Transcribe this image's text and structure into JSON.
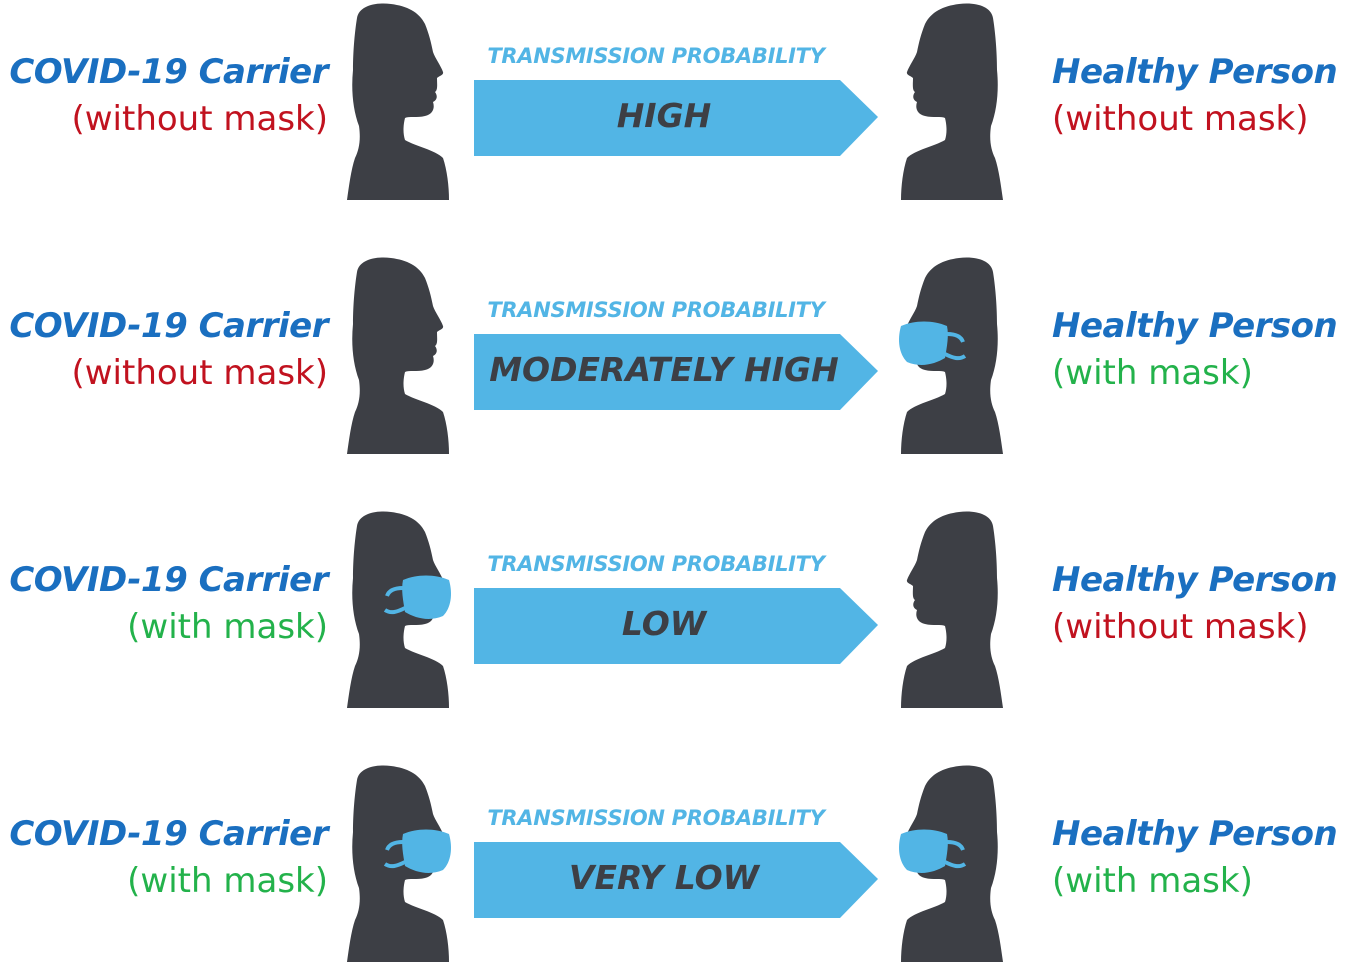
{
  "colors": {
    "role_blue": "#1a6fc0",
    "no_mask_red": "#c1121f",
    "mask_green": "#23b24b",
    "arrow_blue": "#52b5e5",
    "tp_blue": "#52b5e5",
    "silhouette": "#3d3f45",
    "mask_blue": "#52b5e5"
  },
  "rows": [
    {
      "carrier": {
        "role": "COVID-19 Carrier",
        "mask_text": "(without mask)",
        "masked": false
      },
      "transmission_label": "TRANSMISSION PROBABILITY",
      "level": "HIGH",
      "healthy": {
        "role": "Healthy Person",
        "mask_text": "(without mask)",
        "masked": false
      }
    },
    {
      "carrier": {
        "role": "COVID-19 Carrier",
        "mask_text": "(without mask)",
        "masked": false
      },
      "transmission_label": "TRANSMISSION PROBABILITY",
      "level": "MODERATELY HIGH",
      "healthy": {
        "role": "Healthy Person",
        "mask_text": "(with mask)",
        "masked": true
      }
    },
    {
      "carrier": {
        "role": "COVID-19 Carrier",
        "mask_text": "(with mask)",
        "masked": true
      },
      "transmission_label": "TRANSMISSION PROBABILITY",
      "level": "LOW",
      "healthy": {
        "role": "Healthy Person",
        "mask_text": "(without mask)",
        "masked": false
      }
    },
    {
      "carrier": {
        "role": "COVID-19 Carrier",
        "mask_text": "(with mask)",
        "masked": true
      },
      "transmission_label": "TRANSMISSION PROBABILITY",
      "level": "VERY LOW",
      "healthy": {
        "role": "Healthy Person",
        "mask_text": "(with mask)",
        "masked": true
      }
    }
  ],
  "icons": {
    "carrier": "person-facing-right-silhouette-icon",
    "healthy": "person-facing-left-silhouette-icon",
    "arrow": "arrow-right-icon",
    "mask": "face-mask-icon"
  }
}
